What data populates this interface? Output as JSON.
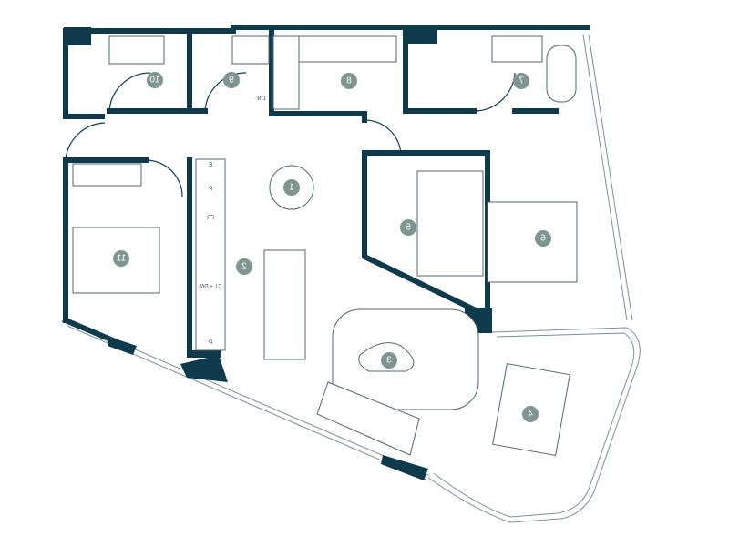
{
  "colors": {
    "wall": "#0e3a4c",
    "badge": "#7f958f",
    "background": "#ffffff"
  },
  "mirrored": true,
  "rooms": [
    {
      "label": "1"
    },
    {
      "label": "2"
    },
    {
      "label": "3"
    },
    {
      "label": "4"
    },
    {
      "label": "5"
    },
    {
      "label": "6"
    },
    {
      "label": "7"
    },
    {
      "label": "8"
    },
    {
      "label": "9"
    },
    {
      "label": "10"
    },
    {
      "label": "11"
    }
  ],
  "fixtures": {
    "linen": "LIN",
    "kitchen": [
      "E",
      "P",
      "FR",
      "CT + DW",
      "P"
    ]
  }
}
